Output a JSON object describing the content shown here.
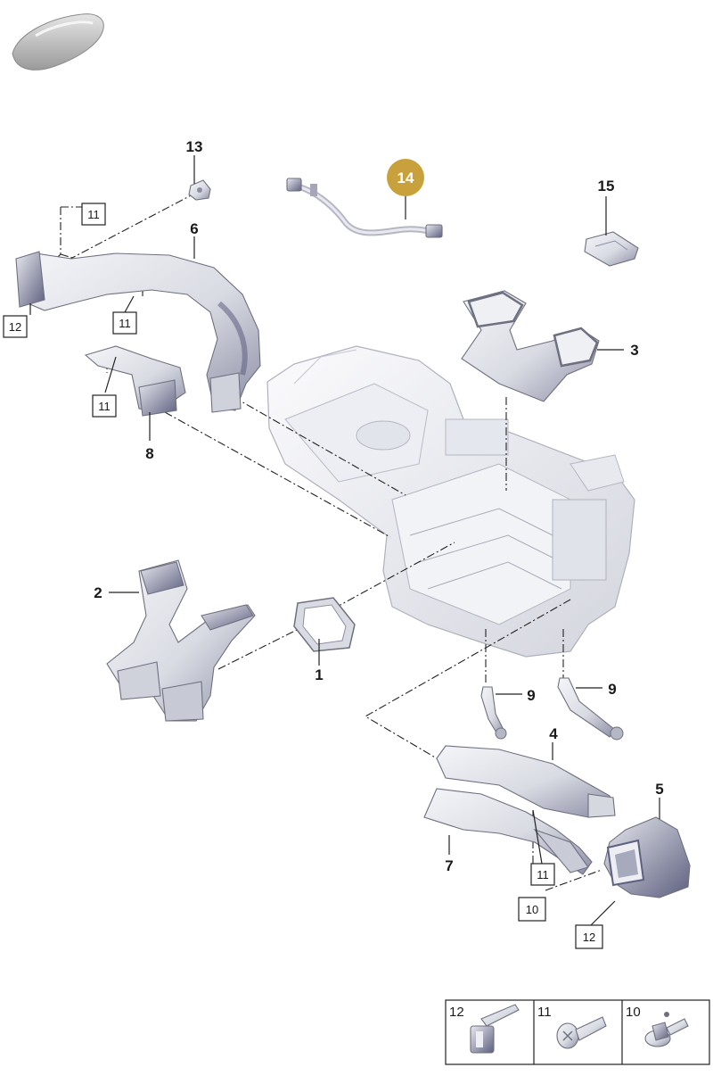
{
  "callouts": {
    "c1": "1",
    "c2": "2",
    "c3": "3",
    "c4": "4",
    "c5": "5",
    "c6": "6",
    "c7": "7",
    "c8": "8",
    "c9a": "9",
    "c9b": "9",
    "c13": "13",
    "c14": "14",
    "c15": "15"
  },
  "boxed_refs": {
    "b11_top": "11",
    "b12_left": "12",
    "b11_duct6": "11",
    "b11_part8": "11",
    "b11_part7": "11",
    "b10_part5": "10",
    "b12_part5": "12"
  },
  "legend": {
    "cell_12": "12",
    "cell_11": "11",
    "cell_10": "10"
  },
  "colors": {
    "highlight": "#c9a13c",
    "part_fill": "#d6d8e0",
    "part_shadow": "#7a7c96"
  }
}
